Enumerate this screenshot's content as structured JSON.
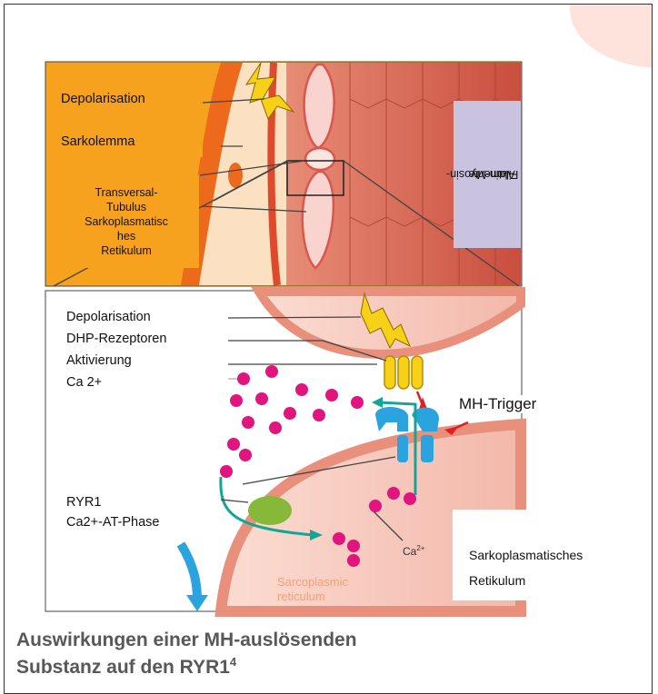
{
  "top_panel": {
    "depolarisation": "Depolarisation",
    "sarkolemma": "Sarkolemma",
    "tubulus_lines": [
      "Transversal-",
      "Tubulus",
      "Sarkoplasmatisc",
      "hes",
      "Retikulum"
    ],
    "aktin_lines": [
      "Aktin-Myosin-",
      "Filamente"
    ]
  },
  "bottom_panel": {
    "left_labels": [
      "Depolarisation",
      "DHP-Rezeptoren",
      "Aktivierung",
      "Ca 2+"
    ],
    "ryr1": "RYR1",
    "atphase": "Ca2+-AT-Phase",
    "mh_trigger": "MH-Trigger",
    "ca_label": "Ca",
    "ca_sup": "2+",
    "sr_lines": [
      "Sarkoplasmatisches",
      "Retikulum"
    ],
    "sarcoplasmic_lines": [
      "Sarcoplasmic",
      "reticulum"
    ]
  },
  "caption": {
    "line1": "Auswirkungen einer MH-auslösenden",
    "line2": "Substanz auf den RYR1",
    "sup": "4"
  },
  "colors": {
    "orange": "#f6a21e",
    "muscle": "#d86a56",
    "pink": "#f7cbc1",
    "dots": "#e0157e",
    "teal": "#13a596",
    "dhp": "#f7d117",
    "ryr": "#2ba3df",
    "atp": "#86b83a"
  }
}
